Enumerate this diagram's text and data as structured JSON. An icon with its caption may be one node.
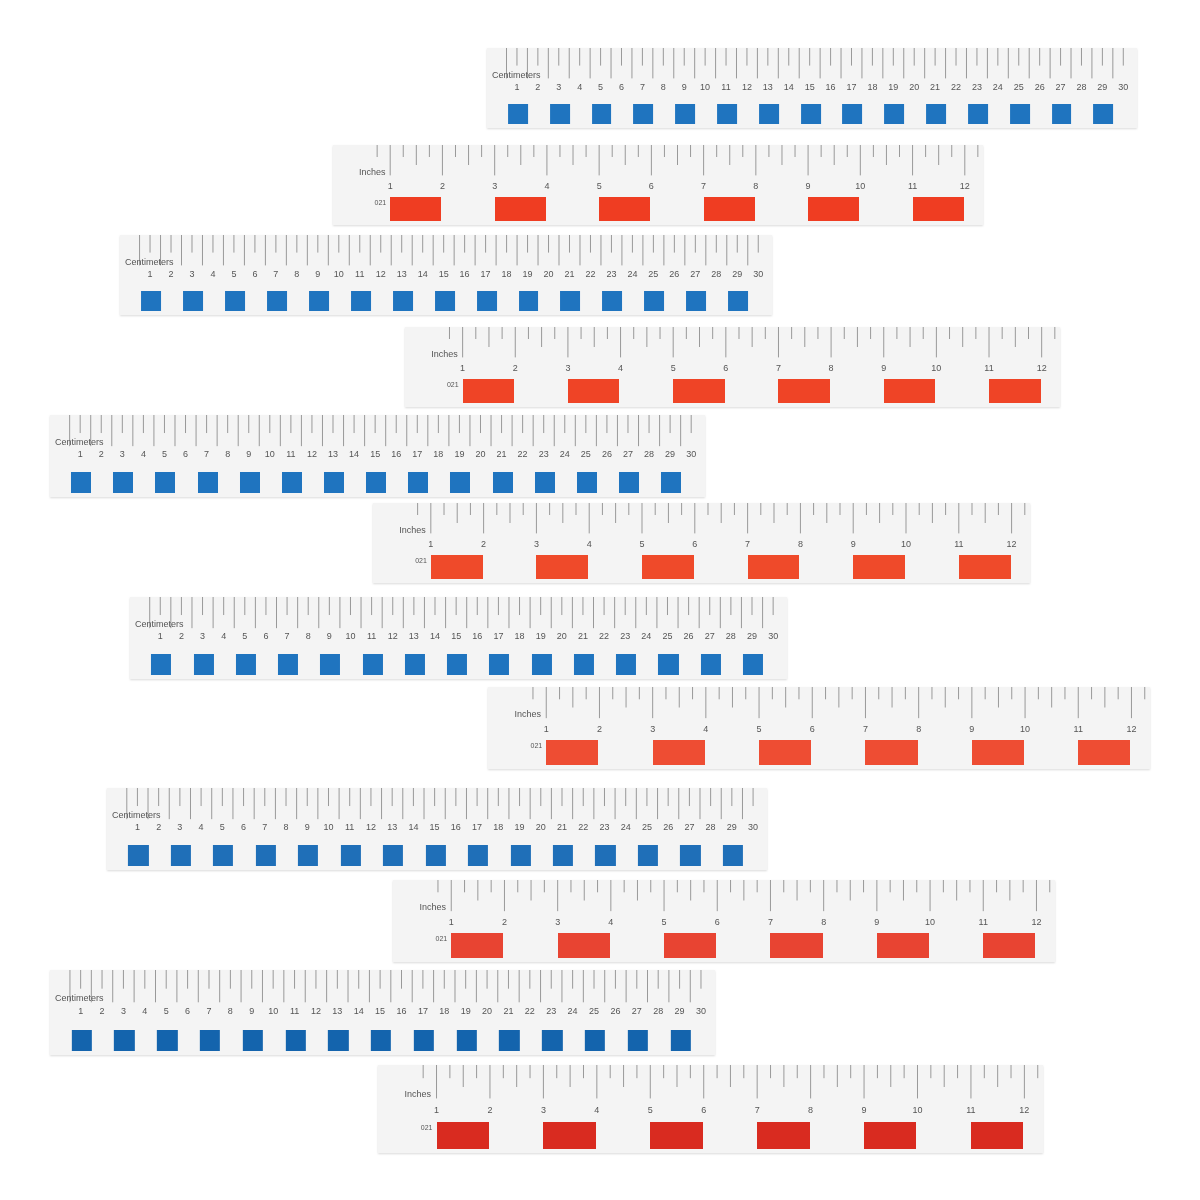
{
  "diagram": {
    "nodes": [
      {
        "text": [
          "Centimeters",
          "1",
          "2",
          "3",
          "4",
          "5",
          "6",
          "7",
          "8",
          "9",
          "10",
          "11",
          "12",
          "13",
          "14",
          "15",
          "16",
          "17",
          "18",
          "19",
          "20",
          "21",
          "22",
          "23",
          "24",
          "25",
          "26",
          "27",
          "28",
          "29",
          "30"
        ]
      },
      {
        "text": [
          "Inches",
          "1",
          "2",
          "3",
          "4",
          "5",
          "6",
          "7",
          "8",
          "9",
          "10",
          "11",
          "12",
          "021"
        ]
      },
      {
        "text": [
          "Centimeters",
          "1",
          "2",
          "3",
          "4",
          "5",
          "6",
          "7",
          "8",
          "9",
          "10",
          "11",
          "12",
          "13",
          "14",
          "15",
          "16",
          "17",
          "18",
          "19",
          "20",
          "21",
          "22",
          "23",
          "24",
          "25",
          "26",
          "27",
          "28",
          "29",
          "30"
        ]
      },
      {
        "text": [
          "Inches",
          "1",
          "2",
          "3",
          "4",
          "5",
          "6",
          "7",
          "8",
          "9",
          "10",
          "11",
          "12",
          "021"
        ]
      },
      {
        "text": [
          "Centimeters",
          "1",
          "2",
          "3",
          "4",
          "5",
          "6",
          "7",
          "8",
          "9",
          "10",
          "11",
          "12",
          "13",
          "14",
          "15",
          "16",
          "17",
          "18",
          "19",
          "20",
          "21",
          "22",
          "23",
          "24",
          "25",
          "26",
          "27",
          "28",
          "29",
          "30"
        ]
      },
      {
        "text": [
          "Inches",
          "1",
          "2",
          "3",
          "4",
          "5",
          "6",
          "7",
          "8",
          "9",
          "10",
          "11",
          "12",
          "021"
        ]
      },
      {
        "text": [
          "Centimeters",
          "1",
          "2",
          "3",
          "4",
          "5",
          "6",
          "7",
          "8",
          "9",
          "10",
          "11",
          "12",
          "13",
          "14",
          "15",
          "16",
          "17",
          "18",
          "19",
          "20",
          "21",
          "22",
          "23",
          "24",
          "25",
          "26",
          "27",
          "28",
          "29",
          "30"
        ]
      },
      {
        "text": [
          "Inches",
          "1",
          "2",
          "3",
          "4",
          "5",
          "6",
          "7",
          "8",
          "9",
          "10",
          "11",
          "12",
          "021"
        ]
      },
      {
        "text": [
          "Centimeters",
          "1",
          "2",
          "3",
          "4",
          "5",
          "6",
          "7",
          "8",
          "9",
          "10",
          "11",
          "12",
          "13",
          "14",
          "15",
          "16",
          "17",
          "18",
          "19",
          "20",
          "21",
          "22",
          "23",
          "24",
          "25",
          "26",
          "27",
          "28",
          "29",
          "30"
        ]
      },
      {
        "text": [
          "Inches",
          "1",
          "2",
          "3",
          "4",
          "5",
          "6",
          "7",
          "8",
          "9",
          "10",
          "11",
          "12",
          "021"
        ]
      },
      {
        "text": [
          "Centimeters",
          "1",
          "2",
          "3",
          "4",
          "5",
          "6",
          "7",
          "8",
          "9",
          "10",
          "11",
          "12",
          "13",
          "14",
          "15",
          "16",
          "17",
          "18",
          "19",
          "20",
          "21",
          "22",
          "23",
          "24",
          "25",
          "26",
          "27",
          "28",
          "29",
          "30"
        ]
      },
      {
        "text": [
          "Inches",
          "1",
          "2",
          "3",
          "4",
          "5",
          "6",
          "7",
          "8",
          "9",
          "10",
          "11",
          "12",
          "021"
        ]
      }
    ]
  }
}
